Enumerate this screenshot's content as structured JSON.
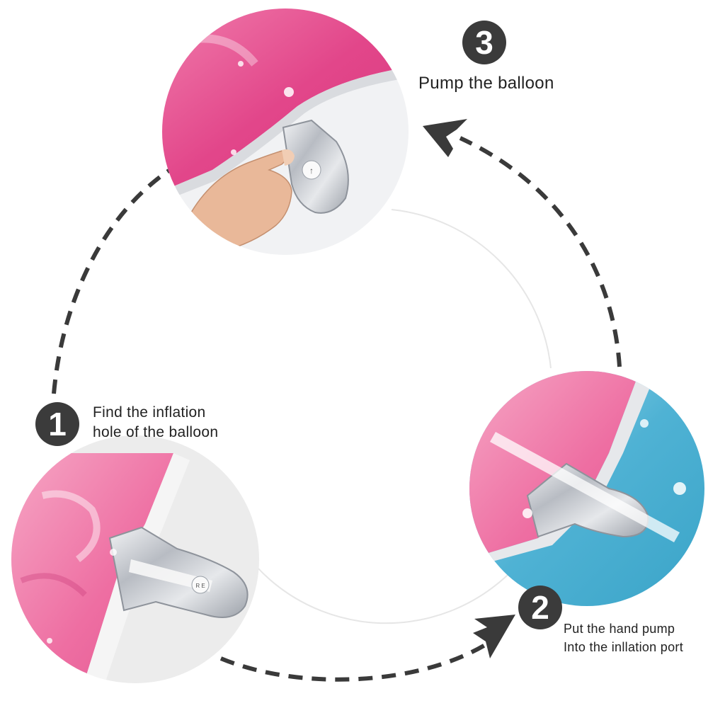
{
  "steps": [
    {
      "number": "1",
      "lines": [
        "Find the inflation",
        "hole of the balloon"
      ]
    },
    {
      "number": "2",
      "lines": [
        "Put the hand pump",
        "Into the inllation port"
      ]
    },
    {
      "number": "3",
      "lines": [
        "Pump the balloon"
      ]
    }
  ],
  "photo_labels": {
    "step1_valve": "R E",
    "step3_valve": "↑"
  },
  "colors": {
    "badge": "#3b3b3b",
    "dash": "#3a3a3a",
    "balloon_pink": "#e8508f",
    "balloon_blue": "#5ab8d6",
    "foil_silver": "#c9ccd1"
  }
}
